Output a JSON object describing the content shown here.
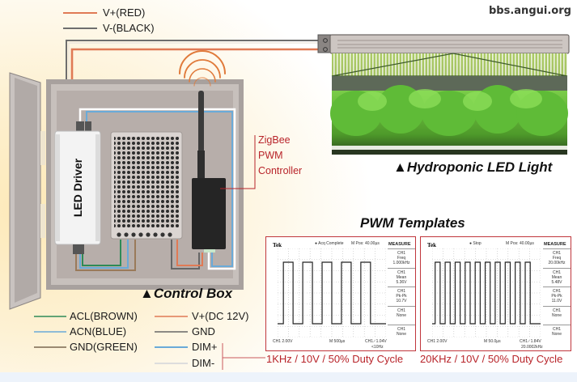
{
  "site": "bbs.angui.org",
  "top_legend": [
    {
      "label": "V+(RED)",
      "color": "#e07a55"
    },
    {
      "label": "V-(BLACK)",
      "color": "#6e6e6e"
    }
  ],
  "components": {
    "led_driver": "LED Driver",
    "zigbee_controller": [
      "ZigBee",
      "PWM",
      "Controller"
    ]
  },
  "captions": {
    "led_light": "▲Hydroponic LED Light",
    "control_box": "▲Control Box",
    "pwm_templates": "PWM Templates"
  },
  "wire_legend_left": [
    {
      "label": "ACL(BROWN)",
      "color": "#2e8b57"
    },
    {
      "label": "ACN(BLUE)",
      "color": "#6aaad8"
    },
    {
      "label": "GND(GREEN)",
      "color": "#9a8a72"
    }
  ],
  "wire_legend_right": [
    {
      "label": "V+(DC 12V)",
      "color": "#e07a55"
    },
    {
      "label": "GND",
      "color": "#666666"
    },
    {
      "label": "DIM+",
      "color": "#6aaad8"
    },
    {
      "label": "DIM-",
      "color": "#dddddd"
    }
  ],
  "scopes": [
    {
      "caption": "1KHz / 10V / 50% Duty Cycle",
      "brand": "Tek",
      "status": "Acq Complete",
      "mpos": "M Pos: 40.00µs",
      "measure_title": "MEASURE",
      "measures": [
        [
          "CH1",
          "Freq",
          "1.000kHz"
        ],
        [
          "CH1",
          "Mean",
          "5.36V"
        ],
        [
          "CH1",
          "Pk-Pk",
          "10.7V"
        ],
        [
          "CH1",
          "None",
          ""
        ],
        [
          "CH1",
          "None",
          ""
        ]
      ],
      "ch_scale": "CH1  2.00V",
      "time_scale": "M 500µs",
      "trigger": "CH1 ∕ 1.04V",
      "trigger_freq": "<10Hz",
      "frequency_hz": 1000,
      "amplitude_v": 10,
      "duty_cycle": 0.5,
      "periods_shown": 5
    },
    {
      "caption": "20KHz / 10V / 50% Duty Cycle",
      "brand": "Tek",
      "status": "Stop",
      "mpos": "M Pos: 40.00µs",
      "measure_title": "MEASURE",
      "measures": [
        [
          "CH1",
          "Freq",
          "20.00kHz"
        ],
        [
          "CH1",
          "Mean",
          "5.48V"
        ],
        [
          "CH1",
          "Pk-Pk",
          "11.0V"
        ],
        [
          "CH1",
          "None",
          ""
        ],
        [
          "CH1",
          "None",
          ""
        ]
      ],
      "ch_scale": "CH1  2.00V",
      "time_scale": "M 50.0µs",
      "trigger": "CH1 ∕ 1.84V",
      "trigger_freq": "20.0002kHz",
      "frequency_hz": 20000,
      "amplitude_v": 10,
      "duty_cycle": 0.5,
      "periods_shown": 10
    }
  ]
}
